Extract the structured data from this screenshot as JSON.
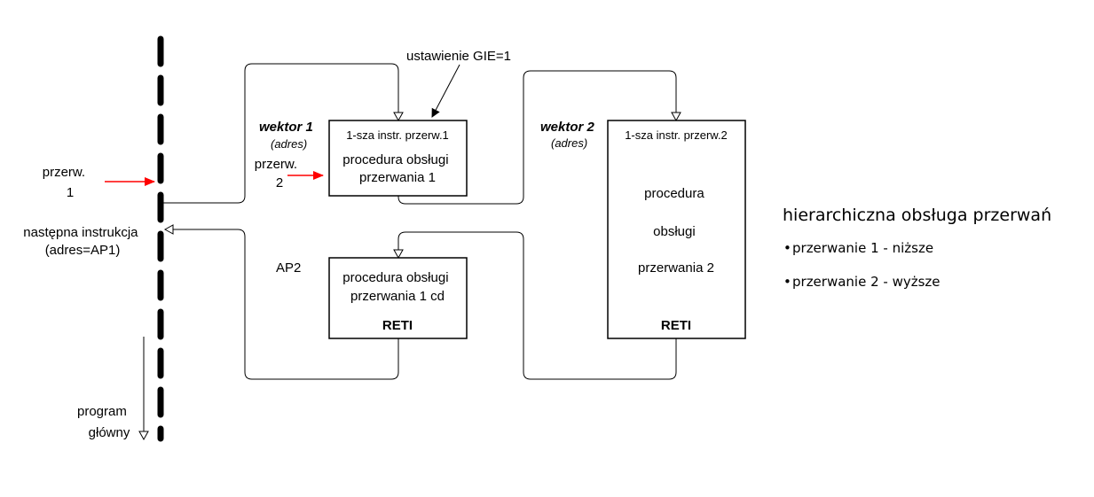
{
  "main_program": {
    "interrupt1_label": [
      "przerw.",
      "1"
    ],
    "next_instruction_label": [
      "następna instrukcja",
      "(adres=AP1)"
    ],
    "main_program_label": [
      "program",
      "główny"
    ]
  },
  "vector1": {
    "label": "wektor 1",
    "sublabel": "(adres)",
    "interrupt2_label": [
      "przerw.",
      "2"
    ]
  },
  "gie_note": "ustawienie GIE=1",
  "box1": {
    "first_instr": "1-sza instr. przerw.1",
    "body": [
      "procedura obsługi",
      "przerwania 1"
    ]
  },
  "box1_cont": {
    "address_label": "AP2",
    "body": [
      "procedura obsługi",
      "przerwania 1 cd"
    ],
    "reti": "RETI"
  },
  "vector2": {
    "label": "wektor 2",
    "sublabel": "(adres)"
  },
  "box2": {
    "first_instr": "1-sza instr. przerw.2",
    "body": [
      "procedura",
      "obsługi",
      "przerwania 2"
    ],
    "reti": "RETI"
  },
  "side_note": {
    "title": "hierarchiczna obsługa przerwań",
    "items": [
      "przerwanie 1 - niższe",
      "przerwanie 2 - wyższe"
    ]
  },
  "colors": {
    "interrupt_arrow": "#ff0000",
    "lines": "#000000"
  }
}
